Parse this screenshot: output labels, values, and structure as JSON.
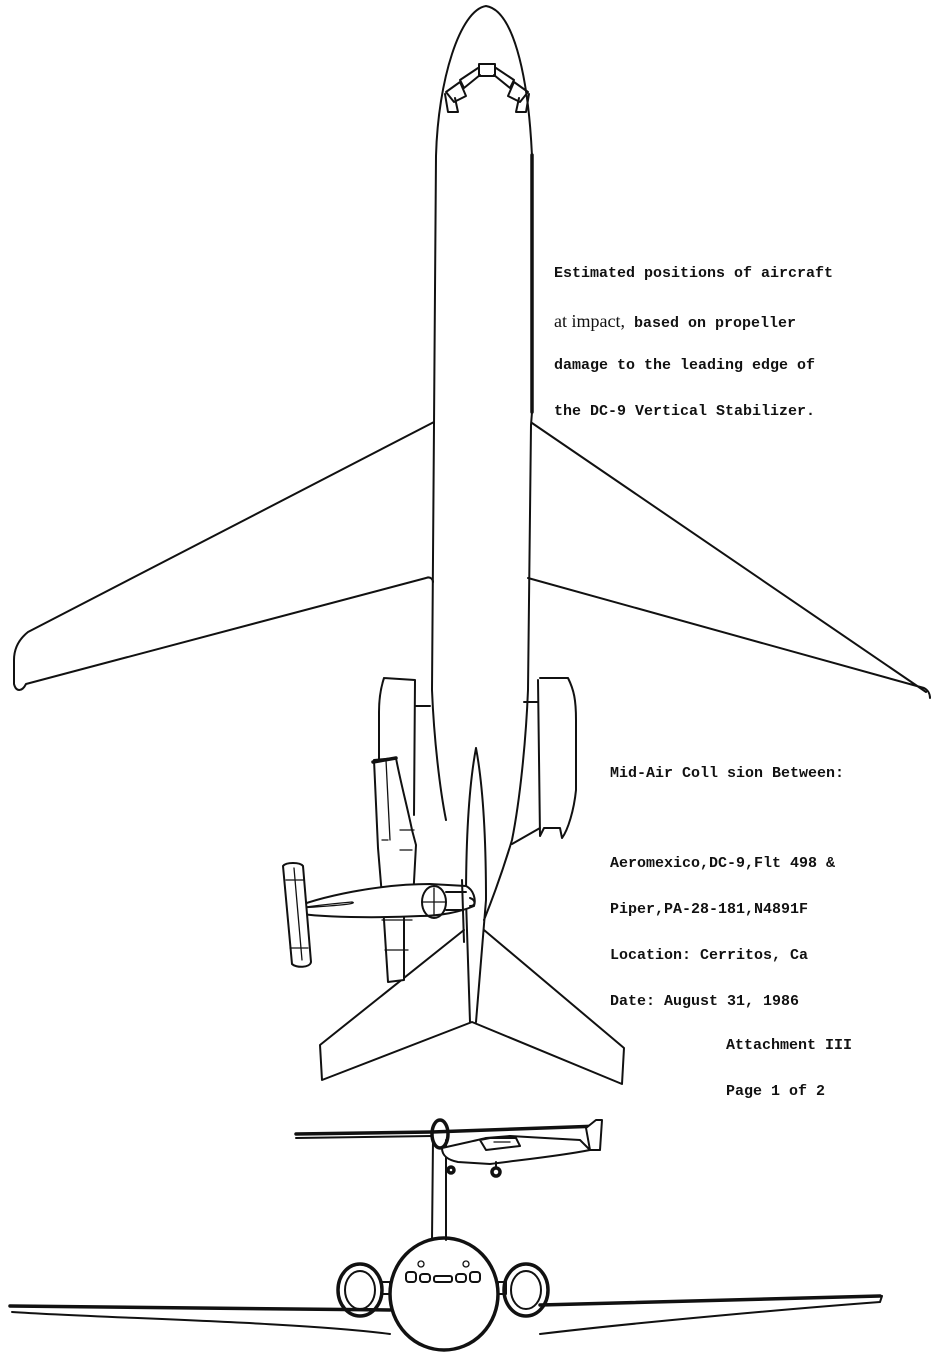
{
  "document": {
    "type": "accident report attachment diagram",
    "colors": {
      "ink": "#111111",
      "paper": "#ffffff"
    }
  },
  "annotations": {
    "impact_note": {
      "lines": [
        "Estimated positions of aircraft",
        "at impact,",
        " based on propeller",
        "damage to the leading edge of",
        "the DC-9 Vertical Stabilizer."
      ]
    },
    "collision_info": {
      "heading": "Mid-Air Coll sion Between:",
      "lines": [
        "Aeromexico,DC-9,Flt 498 &",
        "Piper,PA-28-181,N4891F",
        "Location: Cerritos, Ca",
        "Date: August 31, 1986"
      ]
    },
    "attachment": {
      "label": "Attachment III",
      "page": "Page 1 of 2"
    }
  },
  "figures": {
    "top_view": {
      "label": "DC-9 top view (plan) with PA-28 at tail",
      "aircraft": [
        "DC-9",
        "PA-28-181"
      ]
    },
    "front_view": {
      "label": "DC-9 front view with PA-28 side view at vertical stabilizer",
      "aircraft": [
        "DC-9",
        "PA-28-181"
      ]
    }
  }
}
